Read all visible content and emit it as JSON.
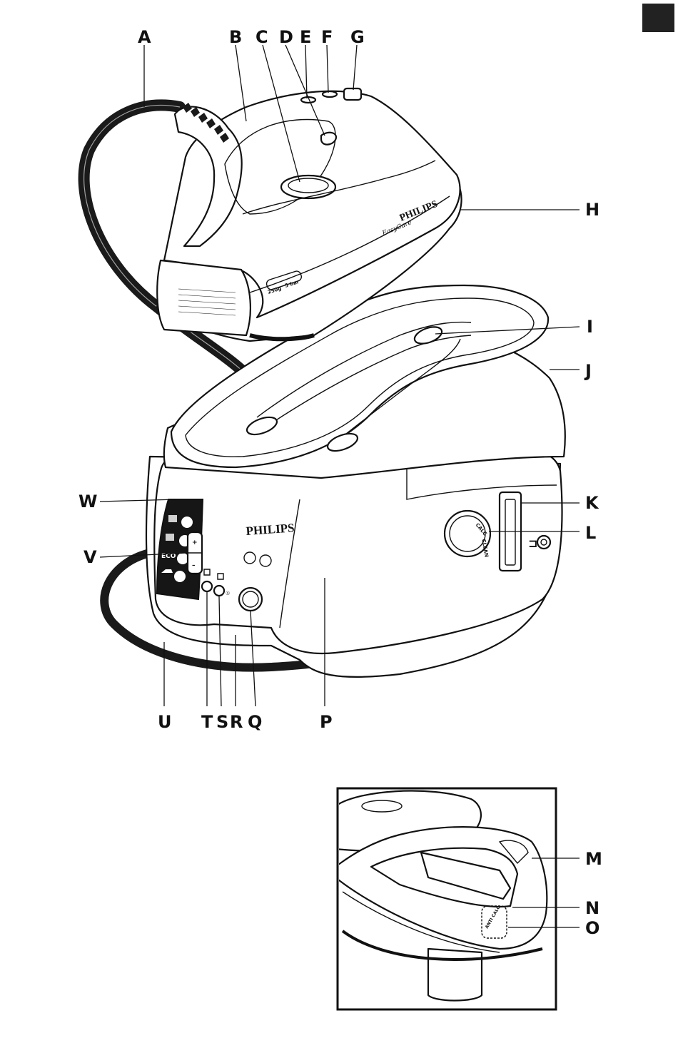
{
  "language_tab": {
    "color": "#222222"
  },
  "callouts": {
    "A": "A",
    "B": "B",
    "C": "C",
    "D": "D",
    "E": "E",
    "F": "F",
    "G": "G",
    "H": "H",
    "I": "I",
    "J": "J",
    "K": "K",
    "L": "L",
    "M": "M",
    "N": "N",
    "O": "O",
    "P": "P",
    "Q": "Q",
    "R": "R",
    "S": "S",
    "T": "T",
    "U": "U",
    "V": "V",
    "W": "W"
  },
  "iron": {
    "brand": "PHILIPS",
    "series": "EasyCare",
    "capacity_label": "250g",
    "pressure_label": "5 bar"
  },
  "base": {
    "brand": "PHILIPS",
    "eco_label": "ECO",
    "plus_label": "+",
    "minus_label": "–",
    "calc_label": "CALC",
    "clean_label": "CLEAN",
    "anti_calc_label": "ANTI CALC"
  },
  "colors": {
    "ink": "#111111",
    "cord": "#1a1a1a",
    "panel": "#161616",
    "paper": "#ffffff"
  }
}
